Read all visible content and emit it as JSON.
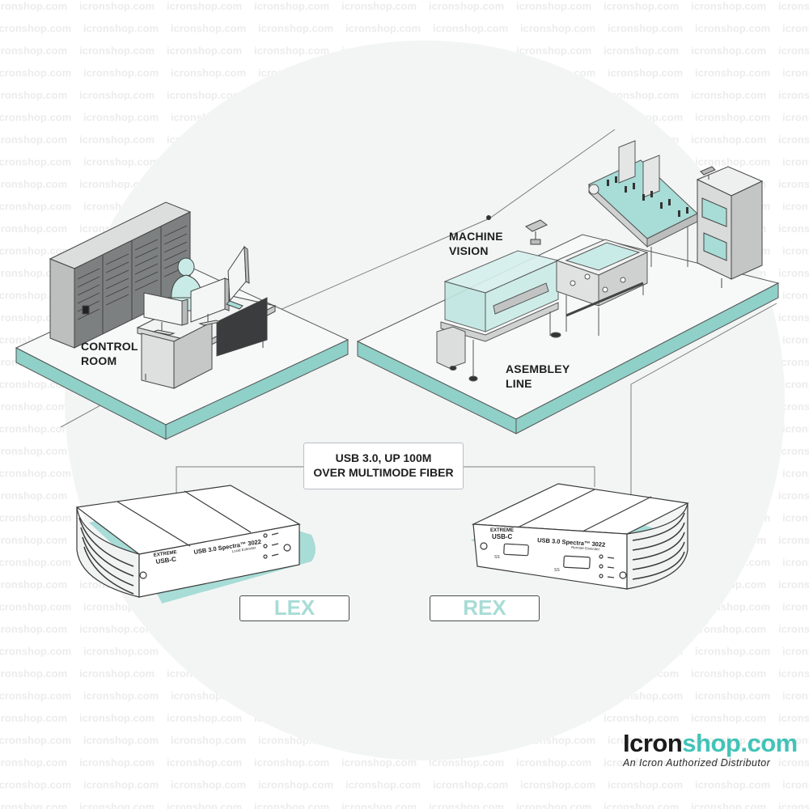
{
  "areas": {
    "control_room": [
      "CONTROL",
      "ROOM"
    ],
    "machine_vision": [
      "MACHINE",
      "VISION"
    ],
    "assembly_line": [
      "ASEMBLEY",
      "LINE"
    ]
  },
  "connection": {
    "line1": "USB 3.0,  UP 100M",
    "line2": "OVER MULTIMODE FIBER"
  },
  "devices": {
    "lex": {
      "label": "LEX",
      "badge_top": "EXTREME",
      "badge_bottom": "USB-C",
      "model": "USB 3.0 Spectra™ 3022",
      "subtitle": "Local Extender"
    },
    "rex": {
      "label": "REX",
      "badge_top": "EXTREME",
      "badge_bottom": "USB-C",
      "model": "USB 3.0 Spectra™ 3022",
      "subtitle": "Remote Extender",
      "port_label": "SS"
    }
  },
  "brand": {
    "logo_dark": "Icron",
    "logo_accent": "shop.com",
    "tagline": "An Icron Authorized Distributor",
    "watermark": "icronshop.com"
  },
  "colors": {
    "accent": "#a8dcd6",
    "brand_teal": "#42c3b8",
    "platform_edge": "#8fd0c8",
    "background_circle": "#f3f5f5"
  },
  "icons": [
    "server-rack-icon",
    "monitor-icon",
    "operator-icon",
    "camera-icon",
    "control-panel-icon",
    "usb-extender-icon"
  ]
}
